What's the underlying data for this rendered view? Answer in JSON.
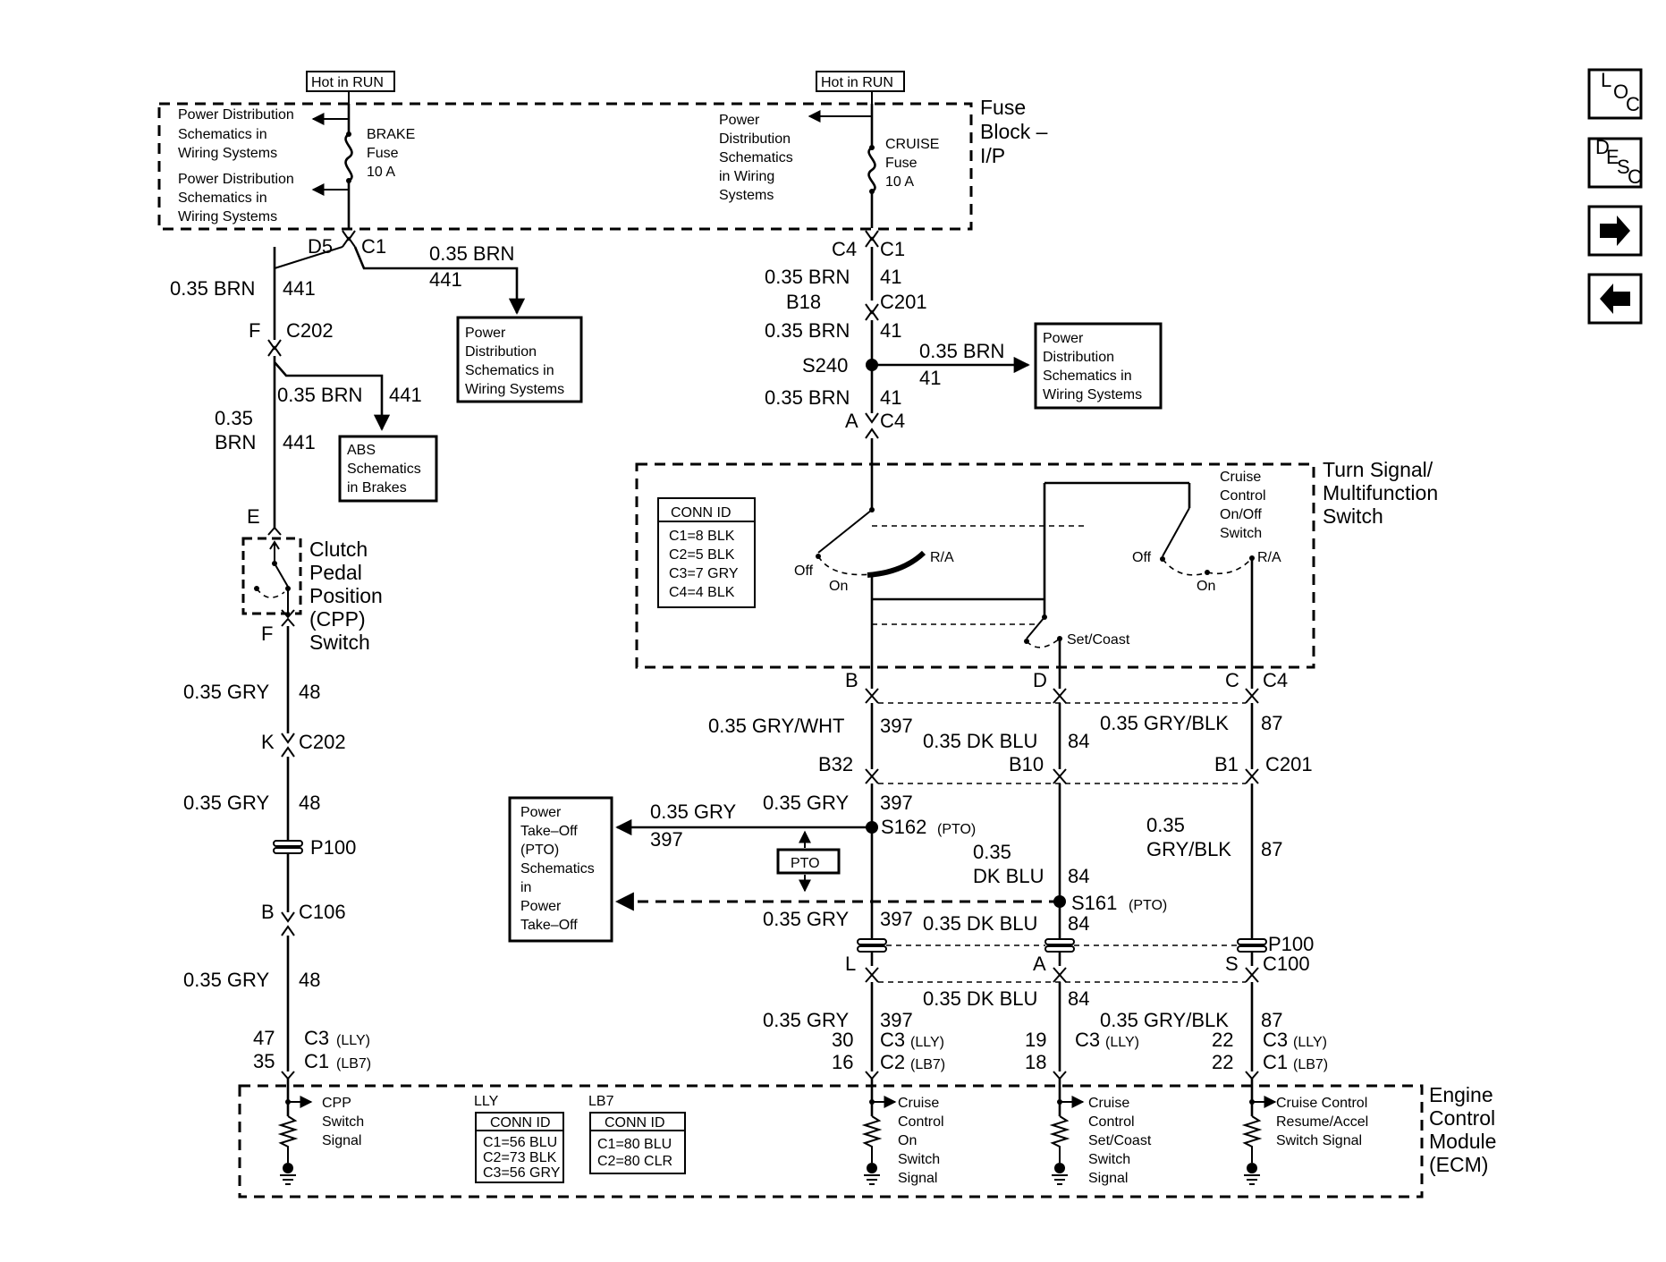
{
  "nav": {
    "loc_top": "L",
    "loc_mid": "O",
    "loc_bot": "C",
    "desc_top": "D",
    "desc_mid": "E",
    "desc_mid2": "S",
    "desc_bot": "C",
    "next_icon": "right-arrow-icon",
    "prev_icon": "left-arrow-icon"
  },
  "fuse_block": {
    "title_1": "Fuse",
    "title_2": "Block –",
    "title_3": "I/P",
    "hot_left": "Hot in RUN",
    "hot_right": "Hot in RUN",
    "pd1_1": "Power Distribution",
    "pd1_2": "Schematics in",
    "pd1_3": "Wiring Systems",
    "pd2_1": "Power Distribution",
    "pd2_2": "Schematics in",
    "pd2_3": "Wiring Systems",
    "brake_1": "BRAKE",
    "brake_2": "Fuse",
    "brake_3": "10 A",
    "pd3_1": "Power",
    "pd3_2": "Distribution",
    "pd3_3": "Schematics",
    "pd3_4": "in Wiring",
    "pd3_5": "Systems",
    "cruise_1": "CRUISE",
    "cruise_2": "Fuse",
    "cruise_3": "10 A"
  },
  "left": {
    "d5": "D5",
    "c1": "C1",
    "w_brn_top": "0.35 BRN",
    "w_441_top": "441",
    "w_brn_a": "0.35 BRN",
    "w_441_a": "441",
    "f": "F",
    "c202": "C202",
    "box_pd_1": "Power",
    "box_pd_2": "Distribution",
    "box_pd_3": "Schematics in",
    "box_pd_4": "Wiring Systems",
    "w_brn_b": "0.35 BRN",
    "w_441_b": "441",
    "w_035": "0.35",
    "w_brn_c": "BRN",
    "w_441_c": "441",
    "abs_1": "ABS",
    "abs_2": "Schematics",
    "abs_3": "in Brakes",
    "e": "E",
    "cpp_1": "Clutch",
    "cpp_2": "Pedal",
    "cpp_3": "Position",
    "cpp_4": "(CPP)",
    "cpp_5": "Switch",
    "f2": "F",
    "w_gry_1": "0.35 GRY",
    "w_48_1": "48",
    "k": "K",
    "c202b": "C202",
    "w_gry_2": "0.35 GRY",
    "w_48_2": "48",
    "p100": "P100",
    "b": "B",
    "c106": "C106",
    "w_gry_3": "0.35 GRY",
    "w_48_3": "48",
    "pin47": "47",
    "pin35": "35",
    "c3": "C3",
    "lly": "(LLY)",
    "c1b": "C1",
    "lb7": "(LB7)"
  },
  "center": {
    "c4": "C4",
    "c1": "C1",
    "w_brn_1": "0.35 BRN",
    "w_41_1": "41",
    "b18": "B18",
    "c201": "C201",
    "w_brn_2": "0.35 BRN",
    "w_41_2": "41",
    "s240": "S240",
    "w_brn_3": "0.35 BRN",
    "w_41_3": "41",
    "w_brn_4": "0.35 BRN",
    "w_41_4": "41",
    "a": "A",
    "c4b": "C4",
    "pd_1": "Power",
    "pd_2": "Distribution",
    "pd_3": "Schematics in",
    "pd_4": "Wiring Systems"
  },
  "tsm": {
    "title_1": "Turn Signal/",
    "title_2": "Multifunction",
    "title_3": "Switch",
    "conn_title": "CONN ID",
    "conn_1": "C1=8 BLK",
    "conn_2": "C2=5 BLK",
    "conn_3": "C3=7 GRY",
    "conn_4": "C4=4 BLK",
    "off_l": "Off",
    "on_l": "On",
    "ra_l": "R/A",
    "cruise_1": "Cruise",
    "cruise_2": "Control",
    "cruise_3": "On/Off",
    "cruise_4": "Switch",
    "off_r": "Off",
    "on_r": "On",
    "ra_r": "R/A",
    "setcoast": "Set/Coast",
    "pin_b": "B",
    "pin_d": "D",
    "pin_c": "C",
    "c4": "C4"
  },
  "lower": {
    "w_grywht": "0.35 GRY/WHT",
    "w_397_a": "397",
    "w_dkblu_a": "0.35 DK BLU",
    "w_84_a": "84",
    "w_gryblk_a": "0.35 GRY/BLK",
    "w_87_a": "87",
    "b32": "B32",
    "b10": "B10",
    "b1": "B1",
    "c201": "C201",
    "w_gry_b": "0.35 GRY",
    "w_397_b": "397",
    "w_gry_pto": "0.35 GRY",
    "w_397_pto": "397",
    "s162": "S162",
    "pto_s162": "(PTO)",
    "pto_box": "PTO",
    "pto_1": "Power",
    "pto_2": "Take–Off",
    "pto_3": "(PTO)",
    "pto_4": "Schematics",
    "pto_5": "in",
    "pto_6": "Power",
    "pto_7": "Take–Off",
    "w_035_c": "0.35",
    "w_dkblu_c": "DK BLU",
    "w_84_c": "84",
    "w_035_r": "0.35",
    "w_gryblk_r": "GRY/BLK",
    "w_87_r": "87",
    "s161": "S161",
    "pto_s161": "(PTO)",
    "w_gry_d": "0.35 GRY",
    "w_397_d": "397",
    "w_dkblu_d": "0.35 DK BLU",
    "w_84_d": "84",
    "p100": "P100",
    "l": "L",
    "a": "A",
    "s": "S",
    "c100": "C100",
    "w_dkblu_e": "0.35 DK BLU",
    "w_84_e": "84",
    "w_gry_f": "0.35 GRY",
    "w_397_f": "397",
    "w_gryblk_f": "0.35 GRY/BLK",
    "w_87_f": "87",
    "p30": "30",
    "p16": "16",
    "c3a": "C3",
    "lly_a": "(LLY)",
    "c2a": "C2",
    "lb7_a": "(LB7)",
    "p19": "19",
    "p18": "18",
    "c3b": "C3",
    "lly_b": "(LLY)",
    "p22a": "22",
    "p22b": "22",
    "c3c": "C3",
    "lly_c": "(LLY)",
    "c1c": "C1",
    "lb7_c": "(LB7)"
  },
  "ecm": {
    "title_1": "Engine",
    "title_2": "Control",
    "title_3": "Module",
    "title_4": "(ECM)",
    "cpp_1": "CPP",
    "cpp_2": "Switch",
    "cpp_3": "Signal",
    "lly": "LLY",
    "lb7": "LB7",
    "conn_a_title": "CONN ID",
    "conn_a_1": "C1=56 BLU",
    "conn_a_2": "C2=73 BLK",
    "conn_a_3": "C3=56 GRY",
    "conn_b_title": "CONN ID",
    "conn_b_1": "C1=80 BLU",
    "conn_b_2": "C2=80 CLR",
    "on_1": "Cruise",
    "on_2": "Control",
    "on_3": "On",
    "on_4": "Switch",
    "on_5": "Signal",
    "sc_1": "Cruise",
    "sc_2": "Control",
    "sc_3": "Set/Coast",
    "sc_4": "Switch",
    "sc_5": "Signal",
    "ra_1": "Cruise Control",
    "ra_2": "Resume/Accel",
    "ra_3": "Switch Signal"
  }
}
